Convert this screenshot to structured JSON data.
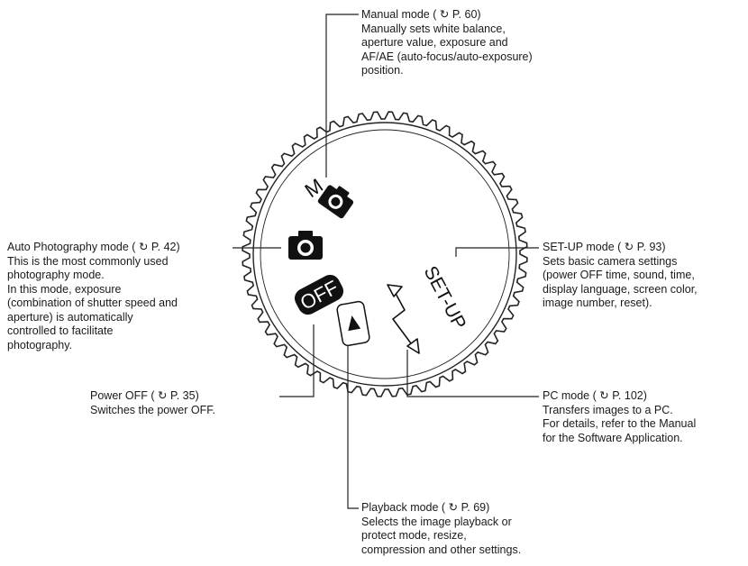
{
  "labels": {
    "manual": {
      "title": "Manual mode (",
      "ref": "P. 60)",
      "desc": "Manually sets white balance,\naperture value, exposure and\nAF/AE (auto-focus/auto-exposure)\nposition."
    },
    "auto": {
      "title": "Auto Photography mode (",
      "ref": "P. 42)",
      "desc": "This is the most commonly used\nphotography mode.\nIn this mode, exposure\n(combination of shutter speed and\naperture) is automatically\ncontrolled to facilitate\nphotography."
    },
    "setup": {
      "title": "SET-UP mode (",
      "ref": "P. 93)",
      "desc": "Sets basic camera settings\n(power OFF time, sound, time,\ndisplay language, screen color,\nimage number, reset)."
    },
    "power": {
      "title": "Power OFF (",
      "ref": "P. 35)",
      "desc": "Switches the power OFF."
    },
    "pc": {
      "title": "PC mode (",
      "ref": "P. 102)",
      "desc": "Transfers images to a PC.\nFor details, refer to the Manual\nfor the Software Application."
    },
    "playback": {
      "title": "Playback mode (",
      "ref": "P. 69)",
      "desc": "Selects the image playback or\nprotect mode, resize,\ncompression and other settings."
    }
  },
  "dial": {
    "m_letter": "M",
    "off_text": "OFF",
    "setup_text": "SET-UP"
  },
  "icons": {
    "ref_icon": "page-reference-arrows-icon",
    "manual_camera": "camera-icon",
    "auto_camera": "camera-icon",
    "playback_icon": "play-triangle-icon",
    "pc_icon": "zigzag-arrow-icon"
  }
}
